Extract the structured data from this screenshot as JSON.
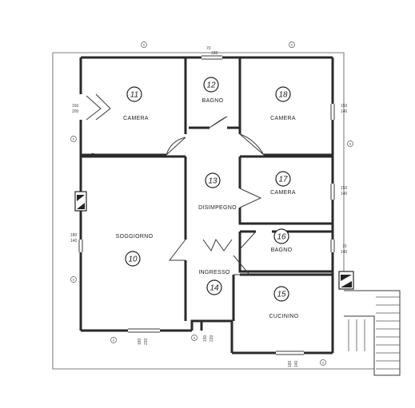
{
  "rooms": [
    {
      "key": "camera_11",
      "number": "11",
      "name": "CAMERA"
    },
    {
      "key": "bagno_12",
      "number": "12",
      "name": "BAGNO"
    },
    {
      "key": "camera_18",
      "number": "18",
      "name": "CAMERA"
    },
    {
      "key": "disimpegno_13",
      "number": "13",
      "name": "DISIMPEGNO"
    },
    {
      "key": "camera_17",
      "number": "17",
      "name": "CAMERA"
    },
    {
      "key": "soggiorno_10",
      "number": "10",
      "name": "SOGGIORNO"
    },
    {
      "key": "bagno_16",
      "number": "16",
      "name": "BAGNO"
    },
    {
      "key": "ingresso_14",
      "number": "14",
      "name": "INGRESSO"
    },
    {
      "key": "cucinino_15",
      "number": "15",
      "name": "CUCININO"
    }
  ],
  "dimension_notes": {
    "top_door": [
      "70",
      "180"
    ],
    "camera_11_window": [
      "150",
      "200"
    ],
    "camera_18_window": [
      "150",
      "140"
    ],
    "camera_17_window": [
      "150",
      "140"
    ],
    "bagno_16_window": [
      "70",
      "140"
    ],
    "soggiorno_window": [
      "180",
      "140"
    ],
    "soggiorno_bottom": [
      "180",
      "220"
    ],
    "ingresso_bottom": [
      "150",
      "220"
    ],
    "cucinino_bottom": [
      "180",
      "140"
    ]
  },
  "markers": [
    "6",
    "6",
    "6",
    "6",
    "6",
    "6",
    "6",
    "6"
  ]
}
